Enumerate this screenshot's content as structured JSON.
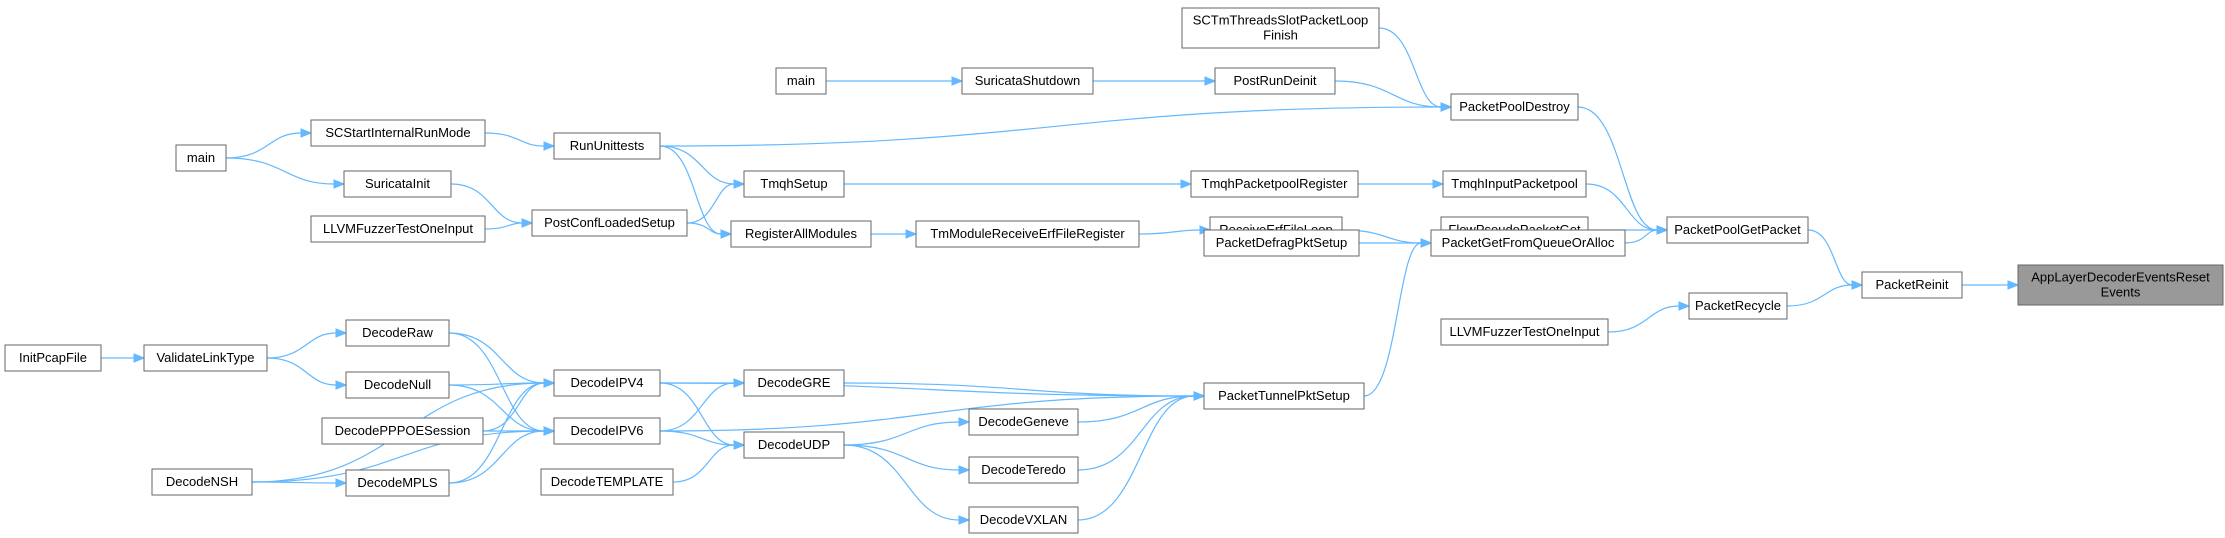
{
  "nodes": [
    {
      "id": "root",
      "lines": [
        "AppLayerDecoderEventsReset",
        "Events"
      ]
    },
    {
      "id": "PacketReinit",
      "lines": [
        "PacketReinit"
      ]
    },
    {
      "id": "PacketPoolGetPacket",
      "lines": [
        "PacketPoolGetPacket"
      ]
    },
    {
      "id": "PacketRecycle",
      "lines": [
        "PacketRecycle"
      ]
    },
    {
      "id": "PacketPoolDestroy",
      "lines": [
        "PacketPoolDestroy"
      ]
    },
    {
      "id": "TmqhInputPacketpool",
      "lines": [
        "TmqhInputPacketpool"
      ]
    },
    {
      "id": "FlowPseudoPacketGet",
      "lines": [
        "FlowPseudoPacketGet"
      ]
    },
    {
      "id": "PacketGetFromQueueOrAlloc",
      "lines": [
        "PacketGetFromQueueOrAlloc"
      ]
    },
    {
      "id": "LLVMFuzzerTestOneInput2",
      "lines": [
        "LLVMFuzzerTestOneInput"
      ]
    },
    {
      "id": "SCTmThreads",
      "lines": [
        "SCTmThreadsSlotPacketLoop",
        "Finish"
      ]
    },
    {
      "id": "PostRunDeinit",
      "lines": [
        "PostRunDeinit"
      ]
    },
    {
      "id": "TmqhPacketpoolRegister",
      "lines": [
        "TmqhPacketpoolRegister"
      ]
    },
    {
      "id": "ReceiveErfFileLoop",
      "lines": [
        "ReceiveErfFileLoop"
      ]
    },
    {
      "id": "PacketDefragPktSetup",
      "lines": [
        "PacketDefragPktSetup"
      ]
    },
    {
      "id": "PacketTunnelPktSetup",
      "lines": [
        "PacketTunnelPktSetup"
      ]
    },
    {
      "id": "SuricataShutdown",
      "lines": [
        "SuricataShutdown"
      ]
    },
    {
      "id": "TmModuleReceiveErf",
      "lines": [
        "TmModuleReceiveErfFileRegister"
      ]
    },
    {
      "id": "DecodeGeneve",
      "lines": [
        "DecodeGeneve"
      ]
    },
    {
      "id": "DecodeTeredo",
      "lines": [
        "DecodeTeredo"
      ]
    },
    {
      "id": "DecodeVXLAN",
      "lines": [
        "DecodeVXLAN"
      ]
    },
    {
      "id": "main1",
      "lines": [
        "main"
      ]
    },
    {
      "id": "RegisterAllModules",
      "lines": [
        "RegisterAllModules"
      ]
    },
    {
      "id": "DecodeGRE",
      "lines": [
        "DecodeGRE"
      ]
    },
    {
      "id": "DecodeUDP",
      "lines": [
        "DecodeUDP"
      ]
    },
    {
      "id": "RunUnittests",
      "lines": [
        "RunUnittests"
      ]
    },
    {
      "id": "TmqhSetup",
      "lines": [
        "TmqhSetup"
      ]
    },
    {
      "id": "PostConfLoadedSetup",
      "lines": [
        "PostConfLoadedSetup"
      ]
    },
    {
      "id": "DecodeIPV4",
      "lines": [
        "DecodeIPV4"
      ]
    },
    {
      "id": "DecodeIPV6",
      "lines": [
        "DecodeIPV6"
      ]
    },
    {
      "id": "DecodeTEMPLATE",
      "lines": [
        "DecodeTEMPLATE"
      ]
    },
    {
      "id": "SCStartInternalRunMode",
      "lines": [
        "SCStartInternalRunMode"
      ]
    },
    {
      "id": "SuricataInit",
      "lines": [
        "SuricataInit"
      ]
    },
    {
      "id": "LLVMFuzzerTestOneInput1",
      "lines": [
        "LLVMFuzzerTestOneInput"
      ]
    },
    {
      "id": "DecodeRaw",
      "lines": [
        "DecodeRaw"
      ]
    },
    {
      "id": "DecodeNull",
      "lines": [
        "DecodeNull"
      ]
    },
    {
      "id": "DecodePPPOESession",
      "lines": [
        "DecodePPPOESession"
      ]
    },
    {
      "id": "DecodeMPLS",
      "lines": [
        "DecodeMPLS"
      ]
    },
    {
      "id": "main2",
      "lines": [
        "main"
      ]
    },
    {
      "id": "ValidateLinkType",
      "lines": [
        "ValidateLinkType"
      ]
    },
    {
      "id": "DecodeNSH",
      "lines": [
        "DecodeNSH"
      ]
    },
    {
      "id": "InitPcapFile",
      "lines": [
        "InitPcapFile"
      ]
    }
  ],
  "edges": [
    [
      "PacketReinit",
      "root"
    ],
    [
      "PacketPoolGetPacket",
      "PacketReinit"
    ],
    [
      "PacketRecycle",
      "PacketReinit"
    ],
    [
      "PacketPoolDestroy",
      "PacketPoolGetPacket"
    ],
    [
      "TmqhInputPacketpool",
      "PacketPoolGetPacket"
    ],
    [
      "FlowPseudoPacketGet",
      "PacketPoolGetPacket"
    ],
    [
      "PacketGetFromQueueOrAlloc",
      "PacketPoolGetPacket"
    ],
    [
      "LLVMFuzzerTestOneInput2",
      "PacketRecycle"
    ],
    [
      "SCTmThreads",
      "PacketPoolDestroy"
    ],
    [
      "PostRunDeinit",
      "PacketPoolDestroy"
    ],
    [
      "RunUnittests",
      "PacketPoolDestroy"
    ],
    [
      "TmqhPacketpoolRegister",
      "TmqhInputPacketpool"
    ],
    [
      "ReceiveErfFileLoop",
      "PacketGetFromQueueOrAlloc"
    ],
    [
      "PacketDefragPktSetup",
      "PacketGetFromQueueOrAlloc"
    ],
    [
      "PacketTunnelPktSetup",
      "PacketGetFromQueueOrAlloc"
    ],
    [
      "SuricataShutdown",
      "PostRunDeinit"
    ],
    [
      "main1",
      "SuricataShutdown"
    ],
    [
      "TmqhSetup",
      "TmqhPacketpoolRegister"
    ],
    [
      "TmModuleReceiveErf",
      "ReceiveErfFileLoop"
    ],
    [
      "RegisterAllModules",
      "TmModuleReceiveErf"
    ],
    [
      "DecodeIPV4",
      "PacketTunnelPktSetup"
    ],
    [
      "DecodeGRE",
      "PacketTunnelPktSetup"
    ],
    [
      "DecodeGeneve",
      "PacketTunnelPktSetup"
    ],
    [
      "DecodeTeredo",
      "PacketTunnelPktSetup"
    ],
    [
      "DecodeVXLAN",
      "PacketTunnelPktSetup"
    ],
    [
      "DecodeIPV6",
      "PacketTunnelPktSetup"
    ],
    [
      "DecodeUDP",
      "DecodeGeneve"
    ],
    [
      "DecodeUDP",
      "DecodeTeredo"
    ],
    [
      "DecodeUDP",
      "DecodeVXLAN"
    ],
    [
      "RunUnittests",
      "TmqhSetup"
    ],
    [
      "RunUnittests",
      "RegisterAllModules"
    ],
    [
      "PostConfLoadedSetup",
      "TmqhSetup"
    ],
    [
      "PostConfLoadedSetup",
      "RegisterAllModules"
    ],
    [
      "DecodeIPV4",
      "DecodeGRE"
    ],
    [
      "DecodeIPV6",
      "DecodeGRE"
    ],
    [
      "DecodeIPV4",
      "DecodeUDP"
    ],
    [
      "DecodeIPV6",
      "DecodeUDP"
    ],
    [
      "DecodeTEMPLATE",
      "DecodeUDP"
    ],
    [
      "SCStartInternalRunMode",
      "RunUnittests"
    ],
    [
      "SuricataInit",
      "PostConfLoadedSetup"
    ],
    [
      "LLVMFuzzerTestOneInput1",
      "PostConfLoadedSetup"
    ],
    [
      "DecodeRaw",
      "DecodeIPV4"
    ],
    [
      "DecodeNull",
      "DecodeIPV4"
    ],
    [
      "DecodePPPOESession",
      "DecodeIPV4"
    ],
    [
      "DecodeMPLS",
      "DecodeIPV4"
    ],
    [
      "DecodeNSH",
      "DecodeIPV4"
    ],
    [
      "DecodeRaw",
      "DecodeIPV6"
    ],
    [
      "DecodeNull",
      "DecodeIPV6"
    ],
    [
      "DecodePPPOESession",
      "DecodeIPV6"
    ],
    [
      "DecodeMPLS",
      "DecodeIPV6"
    ],
    [
      "DecodeNSH",
      "DecodeIPV6"
    ],
    [
      "main2",
      "SCStartInternalRunMode"
    ],
    [
      "main2",
      "SuricataInit"
    ],
    [
      "ValidateLinkType",
      "DecodeRaw"
    ],
    [
      "ValidateLinkType",
      "DecodeNull"
    ],
    [
      "DecodeNSH",
      "DecodeMPLS"
    ],
    [
      "InitPcapFile",
      "ValidateLinkType"
    ]
  ],
  "colors": {
    "edge": "#63b8ff",
    "node_border": "#666666",
    "node_fill": "#ffffff",
    "root_fill": "#999999"
  }
}
